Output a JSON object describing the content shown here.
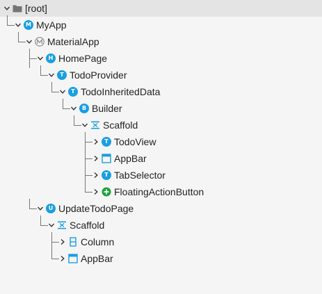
{
  "colors": {
    "widget_circle": "#1a9fe0",
    "material_circle": "#8a8a8a",
    "add_circle": "#1aa23a",
    "folder": "#757575",
    "layout_blue": "#1a9fe0",
    "selected_row": "#e4e4e4",
    "guide_line": "#777777"
  },
  "tree": {
    "nodes": [
      {
        "label": "[root]",
        "icon": "folder-icon",
        "expanded": true,
        "depth": 0,
        "selected": true
      },
      {
        "label": "MyApp",
        "icon": "widget-m-icon",
        "icon_letter": "M",
        "expanded": true,
        "depth": 1
      },
      {
        "label": "MaterialApp",
        "icon": "material-app-icon",
        "icon_letter": "M",
        "expanded": true,
        "depth": 2
      },
      {
        "label": "HomePage",
        "icon": "widget-h-icon",
        "icon_letter": "H",
        "expanded": true,
        "depth": 3
      },
      {
        "label": "TodoProvider",
        "icon": "widget-t-icon",
        "icon_letter": "T",
        "expanded": true,
        "depth": 4
      },
      {
        "label": "TodoInheritedData",
        "icon": "widget-t-icon",
        "icon_letter": "T",
        "expanded": true,
        "depth": 5
      },
      {
        "label": "Builder",
        "icon": "widget-b-icon",
        "icon_letter": "B",
        "expanded": true,
        "depth": 6
      },
      {
        "label": "Scaffold",
        "icon": "scaffold-icon",
        "expanded": true,
        "depth": 7
      },
      {
        "label": "TodoView",
        "icon": "widget-t-icon",
        "icon_letter": "T",
        "expanded": false,
        "depth": 8
      },
      {
        "label": "AppBar",
        "icon": "appbar-icon",
        "expanded": false,
        "depth": 8
      },
      {
        "label": "TabSelector",
        "icon": "widget-t-icon",
        "icon_letter": "T",
        "expanded": false,
        "depth": 8
      },
      {
        "label": "FloatingActionButton",
        "icon": "add-circle-icon",
        "expanded": false,
        "depth": 8
      },
      {
        "label": "UpdateTodoPage",
        "icon": "widget-u-icon",
        "icon_letter": "U",
        "expanded": true,
        "depth": 3
      },
      {
        "label": "Scaffold",
        "icon": "scaffold-icon",
        "expanded": true,
        "depth": 4
      },
      {
        "label": "Column",
        "icon": "column-icon",
        "expanded": false,
        "depth": 5
      },
      {
        "label": "AppBar",
        "icon": "appbar-icon",
        "expanded": false,
        "depth": 5
      }
    ]
  }
}
